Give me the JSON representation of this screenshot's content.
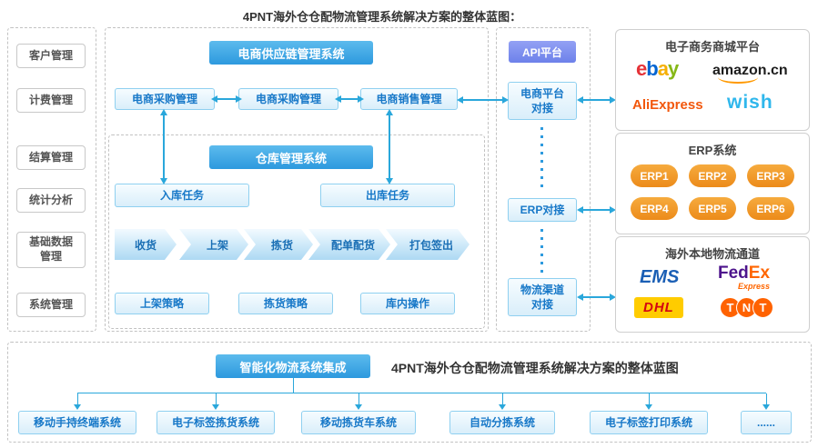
{
  "page_title": "4PNT海外仓仓配物流管理系统解决方案的整体蓝图：",
  "sidebar": {
    "items": [
      {
        "label": "客户管理"
      },
      {
        "label": "计费管理"
      },
      {
        "label": "结算管理"
      },
      {
        "label": "统计分析"
      },
      {
        "label": "基础数据管理"
      },
      {
        "label": "系统管理"
      }
    ]
  },
  "supply_chain": {
    "header": "电商供应链管理系统",
    "modules": [
      {
        "label": "电商采购管理"
      },
      {
        "label": "电商采购管理"
      },
      {
        "label": "电商销售管理"
      }
    ]
  },
  "warehouse": {
    "header": "仓库管理系统",
    "inbound": "入库任务",
    "outbound": "出库任务",
    "process_steps": [
      {
        "label": "收货"
      },
      {
        "label": "上架"
      },
      {
        "label": "拣货"
      },
      {
        "label": "配单配货"
      },
      {
        "label": "打包签出"
      }
    ],
    "strategies": [
      {
        "label": "上架策略"
      },
      {
        "label": "拣货策略"
      },
      {
        "label": "库内操作"
      }
    ]
  },
  "api_platform": {
    "header": "API平台",
    "connectors": [
      {
        "label": "电商平台对接"
      },
      {
        "label": "ERP对接"
      },
      {
        "label": "物流渠道对接"
      }
    ]
  },
  "ecommerce_platforms": {
    "title": "电子商务商城平台",
    "logos": {
      "ebay": {
        "l1": "e",
        "l2": "b",
        "l3": "a",
        "l4": "y"
      },
      "amazon": {
        "name": "amazon.cn"
      },
      "aliexpress": {
        "name": "AliExpress"
      },
      "wish": {
        "name": "wish"
      }
    }
  },
  "erp_systems": {
    "title": "ERP系统",
    "items": [
      {
        "label": "ERP1"
      },
      {
        "label": "ERP2"
      },
      {
        "label": "ERP3"
      },
      {
        "label": "ERP4"
      },
      {
        "label": "ERP5"
      },
      {
        "label": "ERP6"
      }
    ]
  },
  "logistics_channels": {
    "title": "海外本地物流通道",
    "logos": {
      "ems": {
        "name": "EMS"
      },
      "fedex": {
        "part1": "Fed",
        "part2": "Ex",
        "sub": "Express"
      },
      "dhl": {
        "name": "DHL"
      },
      "tnt": {
        "l1": "T",
        "l2": "N",
        "l3": "T"
      }
    }
  },
  "integration": {
    "header": "智能化物流系统集成",
    "caption": "4PNT海外仓仓配物流管理系统解决方案的整体蓝图",
    "systems": [
      {
        "label": "移动手持终端系统"
      },
      {
        "label": "电子标签拣货系统"
      },
      {
        "label": "移动拣货车系统"
      },
      {
        "label": "自动分拣系统"
      },
      {
        "label": "电子标签打印系统"
      },
      {
        "label": "......"
      }
    ]
  },
  "colors": {
    "header_blue": "#2d99de",
    "api_purple": "#7b8cf0",
    "box_border_blue": "#8fd0f0",
    "box_text_blue": "#1778c8",
    "arrow_blue": "#2aa7db",
    "erp_orange": "#ef9326"
  }
}
